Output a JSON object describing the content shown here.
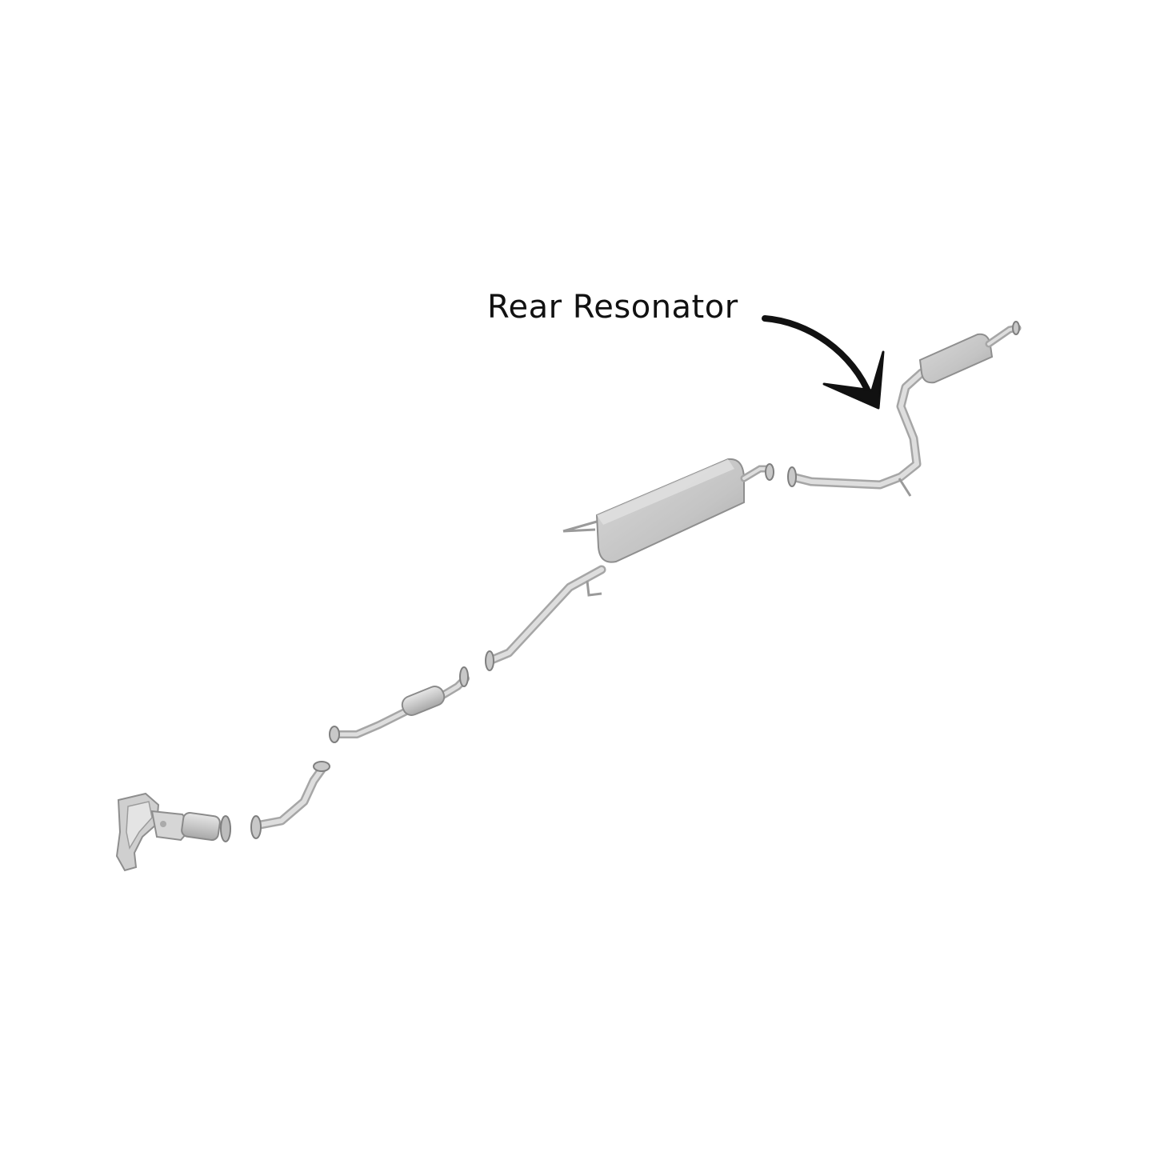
{
  "callout": {
    "label": "Rear Resonator",
    "color": "#111111"
  },
  "parts": [
    {
      "name": "exhaust-manifold-catalytic-converter"
    },
    {
      "name": "front-flex-pipe"
    },
    {
      "name": "front-catalytic-converter-pipe"
    },
    {
      "name": "intermediate-pipe"
    },
    {
      "name": "center-muffler"
    },
    {
      "name": "rear-connecting-pipe"
    },
    {
      "name": "rear-resonator"
    }
  ],
  "colors": {
    "metal": "#c9c9c9",
    "metal_light": "#e2e2e2",
    "metal_dark": "#9a9a9a",
    "arrow": "#111111",
    "background": "#ffffff"
  }
}
